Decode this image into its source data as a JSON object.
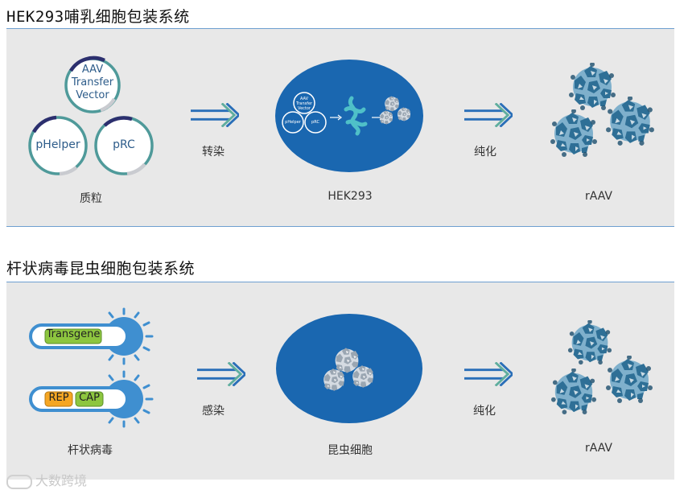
{
  "section1": {
    "title": "HEK293哺乳细胞包装系统",
    "plasmids": {
      "top": [
        "AAV",
        "Transfer",
        "Vector"
      ],
      "left": "pHelper",
      "right": "pRC",
      "caption": "质粒"
    },
    "arrow1_label": "转染",
    "cell_label": "HEK293",
    "cell_mini": {
      "top": [
        "AAV",
        "Transfer",
        "Vector"
      ],
      "left": "pHelper",
      "right": "pRC"
    },
    "arrow2_label": "纯化",
    "result_label": "rAAV"
  },
  "section2": {
    "title": "杆状病毒昆虫细胞包装系统",
    "vectors": {
      "gene1": "Transgene",
      "gene2a": "REP",
      "gene2b": "CAP",
      "caption": "杆状病毒"
    },
    "arrow1_label": "感染",
    "cell_label": "昆虫细胞",
    "arrow2_label": "纯化",
    "result_label": "rAAV"
  },
  "colors": {
    "panel_bg": "#e8e8e8",
    "cell_blue": "#1a67b0",
    "plasmid_ring": "#4f9a9a",
    "plasmid_arc": "#2c2f6e",
    "gene_green": "#8dc63f",
    "gene_orange": "#f5a623",
    "baculo_blue": "#3f8fd0"
  },
  "watermark": "大数跨境",
  "icons": [
    "double-arrow-icon",
    "virus-particle-icon",
    "plasmid-icon",
    "baculovirus-icon",
    "dna-icon"
  ]
}
